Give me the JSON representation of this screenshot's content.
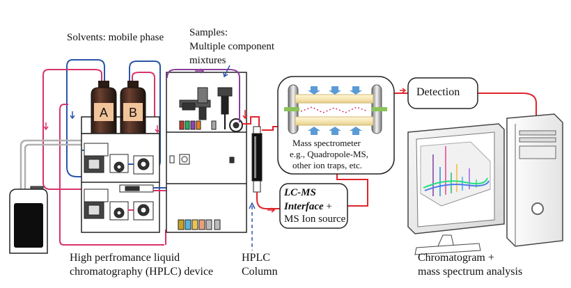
{
  "labels": {
    "solvents": "Solvents: mobile phase",
    "samples_l1": "Samples:",
    "samples_l2": "Multiple component",
    "samples_l3": "mixtures",
    "bottle_a": "A",
    "bottle_b": "B",
    "detection": "Detection",
    "ms_l1": "Mass spectrometer",
    "ms_l2": "e.g., Quadropole-MS,",
    "ms_l3": "other ion traps, etc.",
    "interface_l1": "LC-MS",
    "interface_l2": "Interface",
    "interface_plus": " +",
    "interface_l3": "MS Ion source",
    "hplc_l1": "High perfromance liquid",
    "hplc_l2": "chromatography (HPLC) device",
    "column_l1": "HPLC",
    "column_l2": "Column",
    "analysis_l1": "Chromatogram +",
    "analysis_l2": "mass spectrum analysis"
  },
  "colors": {
    "red_line": "#e0242c",
    "blue_line": "#2a55a8",
    "pink_line": "#d8336a",
    "purple_line": "#8a3d9a",
    "bottle_label": "#f2c49a",
    "ms_arrow": "#5b9bd5",
    "ms_bar": "#8ac35a"
  },
  "icons": [
    "solvent-bottle-a",
    "solvent-bottle-b",
    "waste-container",
    "hplc-pump",
    "autosampler",
    "hplc-column",
    "mass-spectrometer",
    "computer-workstation",
    "monitor-chart"
  ]
}
